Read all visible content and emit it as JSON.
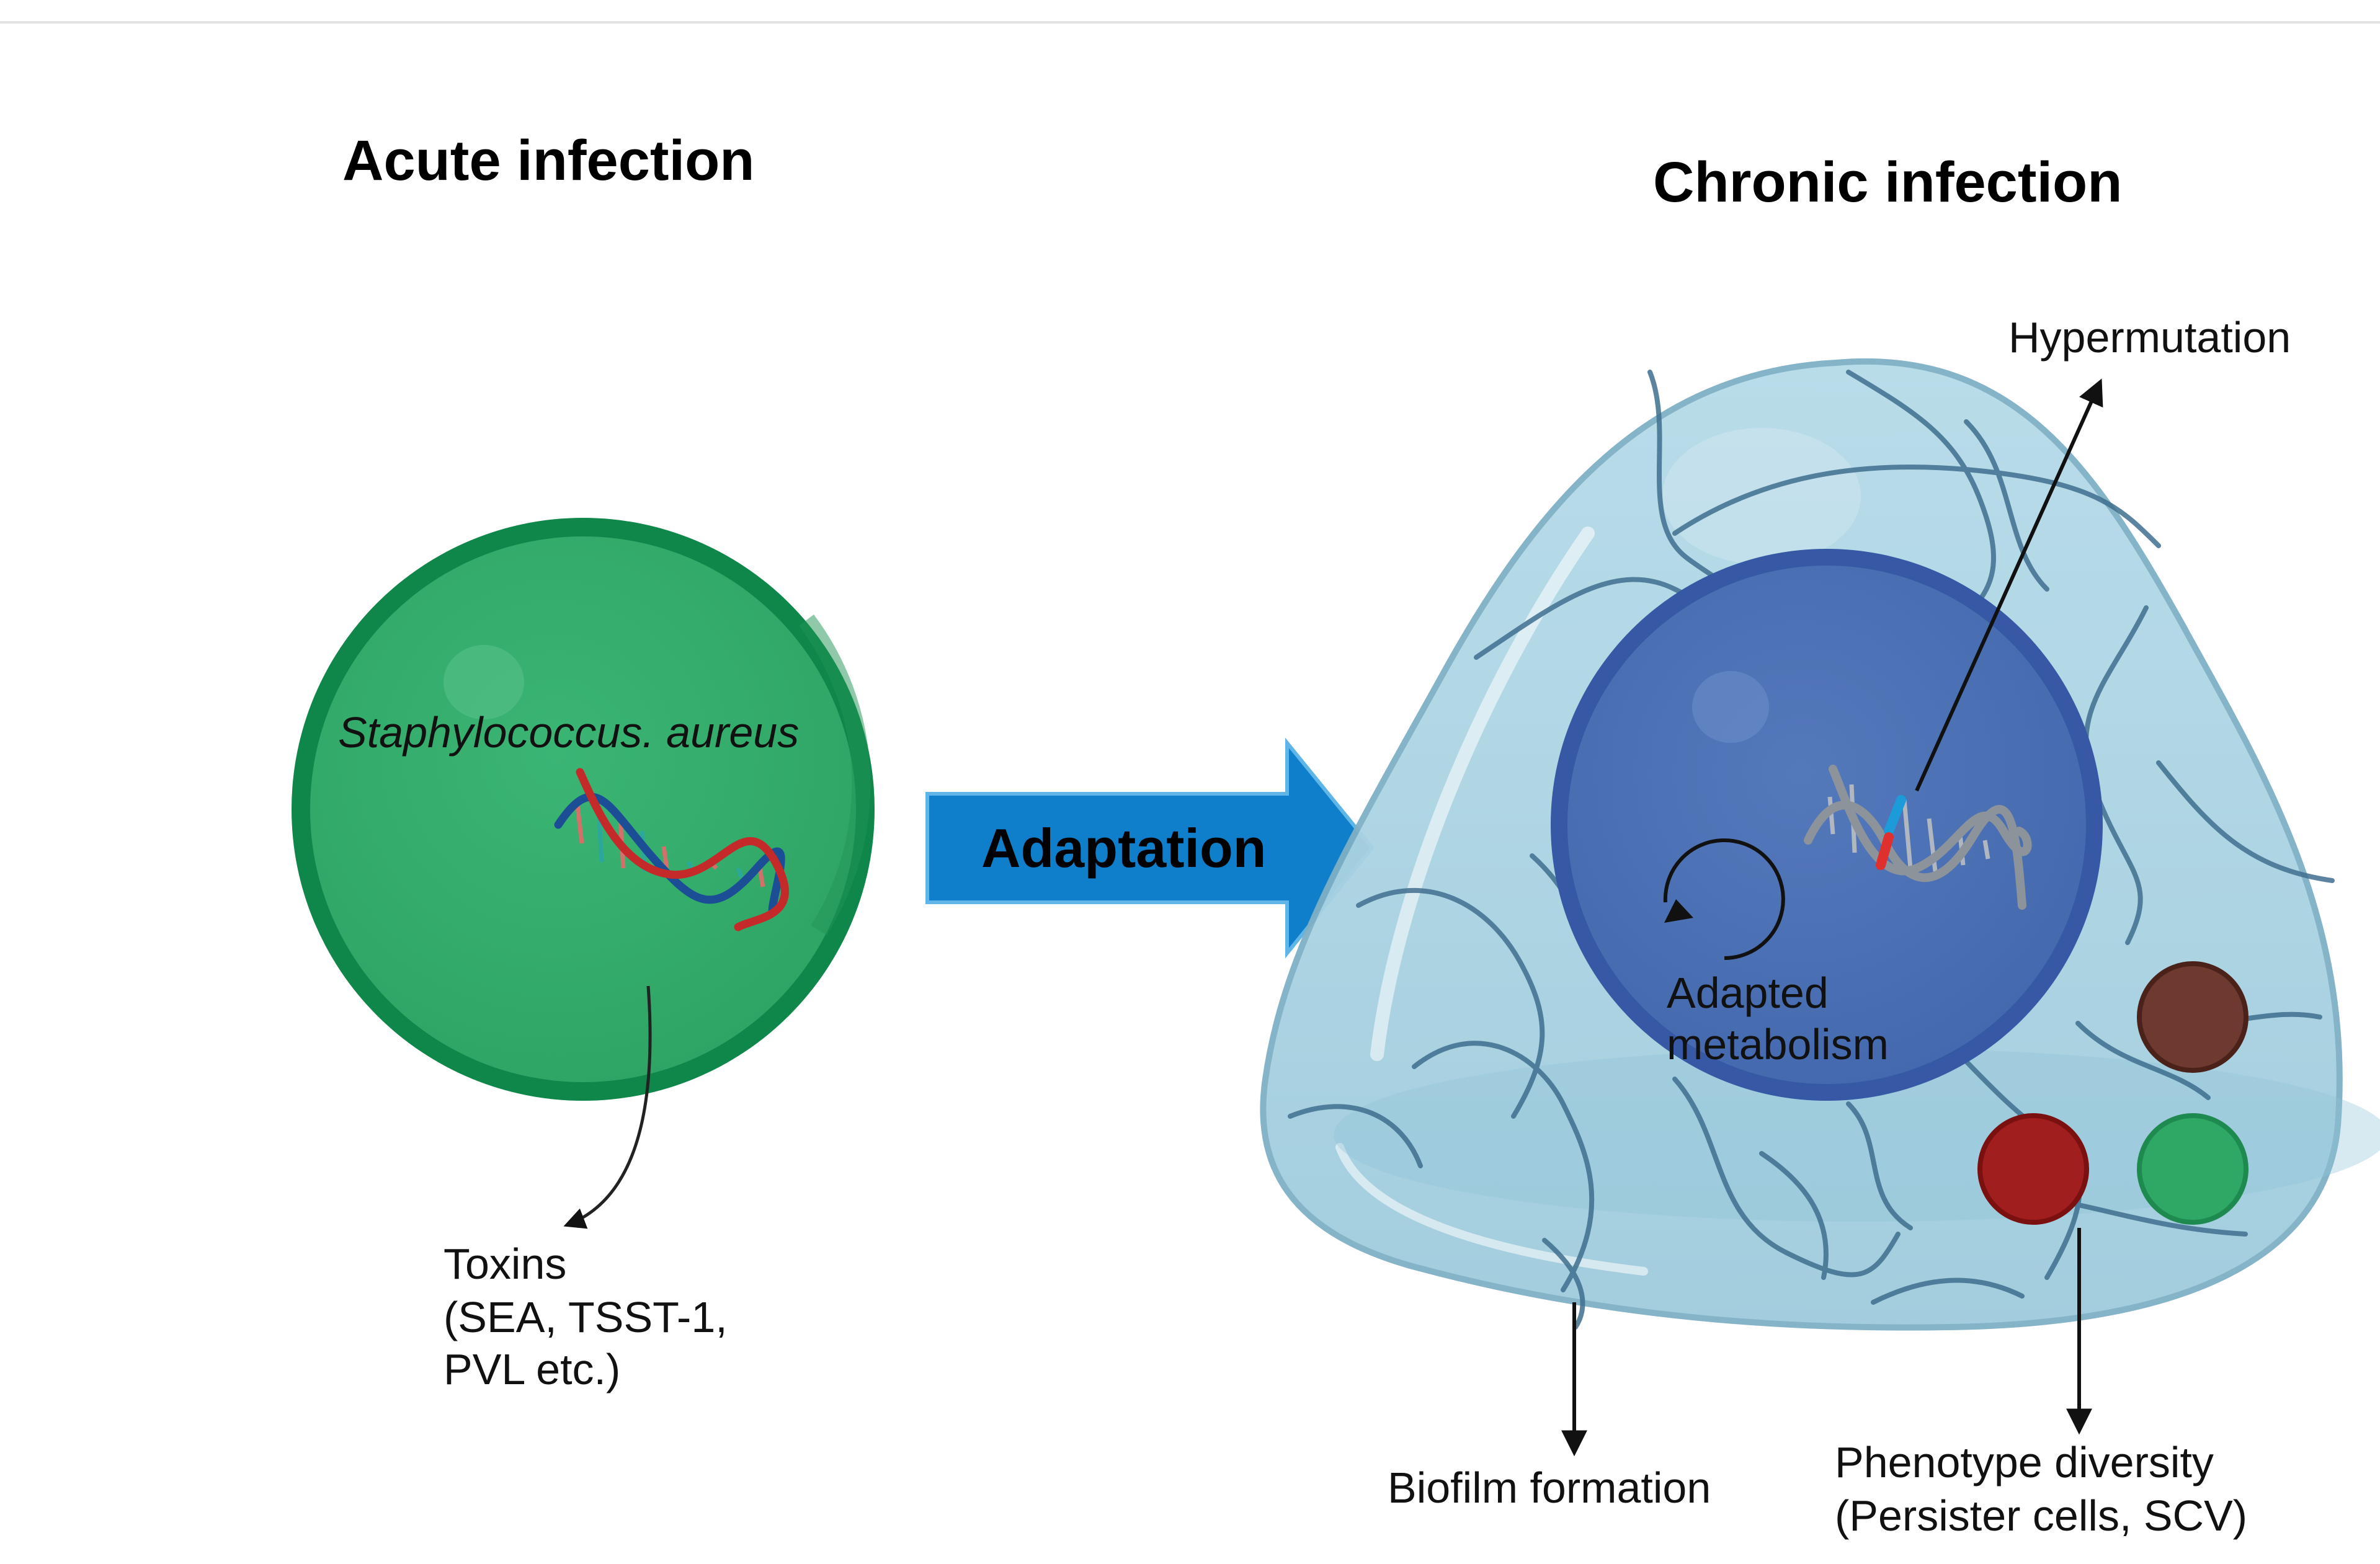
{
  "titles": {
    "acute": "Acute infection",
    "chronic": "Chronic infection"
  },
  "acute_cell": {
    "species": "Staphylococcus. aureus",
    "toxins_lines": [
      "Toxins",
      "(SEA, TSST-1,",
      "PVL etc.)"
    ]
  },
  "transition": {
    "label": "Adaptation"
  },
  "chronic_cell": {
    "hypermutation": "Hypermutation",
    "metabolism_lines": [
      "Adapted",
      "metabolism"
    ],
    "biofilm": "Biofilm formation",
    "phenotype_lines": [
      "Phenotype diversity",
      "(Persister cells, SCV)"
    ]
  },
  "colors": {
    "acute_cell": "#34ad6b",
    "acute_rim": "#10874a",
    "arrow": "#0f7fcb",
    "biofilm": "#a9d6e5",
    "biofilm_edge": "#7fb0c6",
    "matrix_strand": "#3f6f8f",
    "chronic_cell": "#4b70b5",
    "chronic_rim": "#3658a5",
    "persister_brown": "#6e3a2f",
    "persister_red": "#a01e1e",
    "persister_green": "#2fa866"
  }
}
